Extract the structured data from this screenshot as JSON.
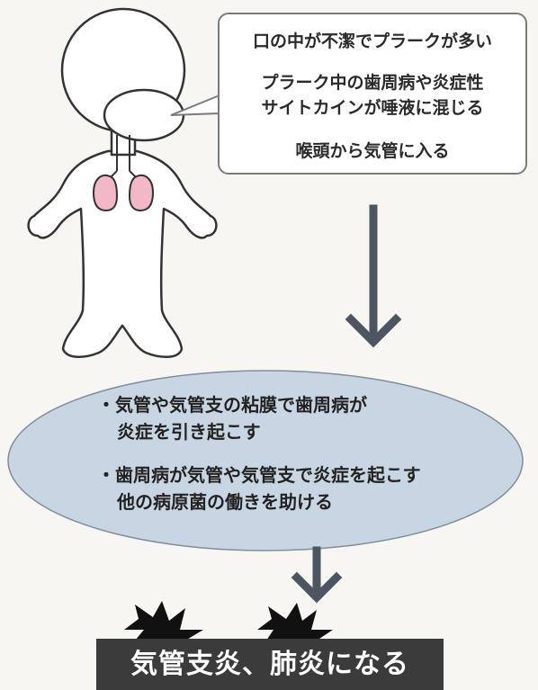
{
  "speech": {
    "line1": "口の中が不潔でプラークが多い",
    "line2": "プラーク中の歯周病や炎症性",
    "line3": "サイトカインが唾液に混じる",
    "line4": "喉頭から気管に入る"
  },
  "oval": {
    "item1_line1": "・気管や気管支の粘膜で歯周病が",
    "item1_line2": "炎症を引き起こす",
    "item2_line1": "・歯周病が気管や気管支で炎症を起こす",
    "item2_line2": "他の病原菌の働きを助ける"
  },
  "result": {
    "label": "気管支炎、肺炎になる"
  },
  "colors": {
    "oval_fill": "#c8d6e3",
    "lung_fill": "#f2b8c6",
    "arrow": "#4d5560",
    "result_bg": "#3b3b3b"
  }
}
